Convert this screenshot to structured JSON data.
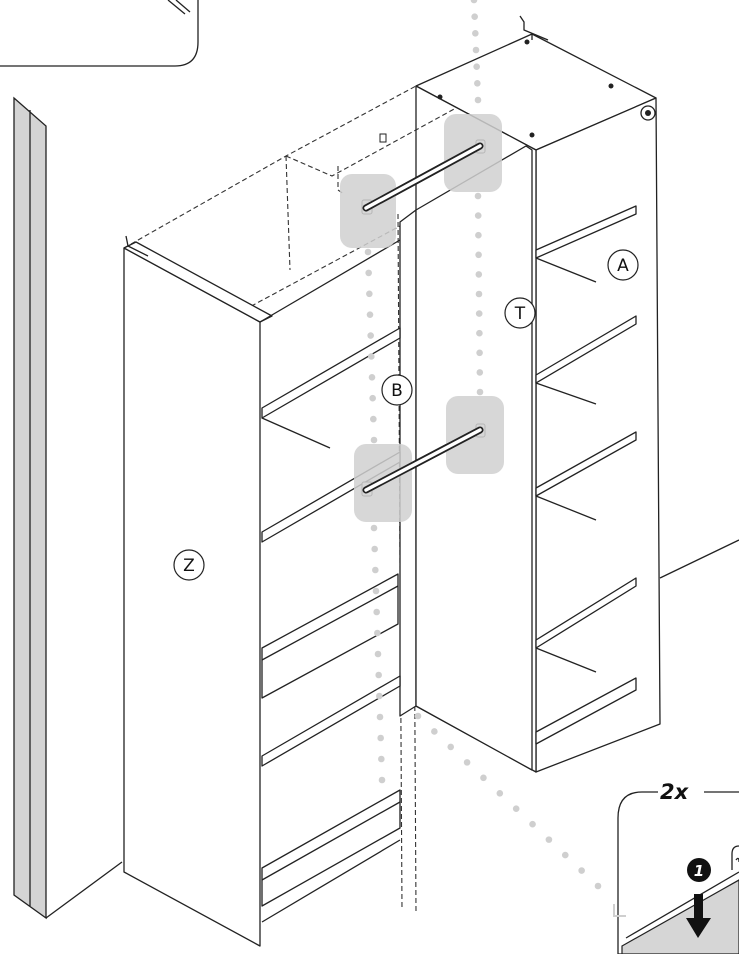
{
  "diagram": {
    "part_labels": {
      "A": "A",
      "T": "T",
      "B": "B",
      "Z": "Z"
    },
    "detail_inset": {
      "quantity": "2x",
      "step_number": "1"
    }
  }
}
